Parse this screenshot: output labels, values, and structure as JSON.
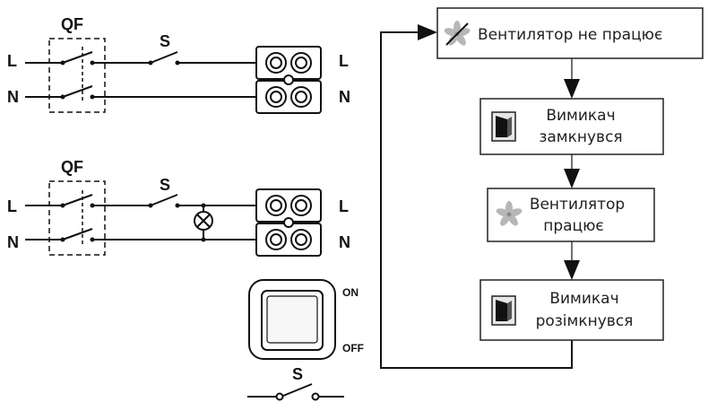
{
  "wiring": {
    "top": {
      "breaker_label": "QF",
      "switch_label": "S",
      "line_label": "L",
      "neutral_label": "N",
      "out_line_label": "L",
      "out_neutral_label": "N"
    },
    "bottom": {
      "breaker_label": "QF",
      "switch_label": "S",
      "line_label": "L",
      "neutral_label": "N",
      "out_line_label": "L",
      "out_neutral_label": "N"
    }
  },
  "rocker": {
    "on_label": "ON",
    "off_label": "OFF",
    "switch_label": "S"
  },
  "flowchart": {
    "steps": [
      {
        "icon": "fan-crossed-icon",
        "lines": [
          "Вентилятор не працює"
        ]
      },
      {
        "icon": "switch-icon",
        "lines": [
          "Вимикач",
          "замкнувся"
        ]
      },
      {
        "icon": "fan-icon",
        "lines": [
          "Вентилятор",
          "працює"
        ]
      },
      {
        "icon": "switch-icon",
        "lines": [
          "Вимикач",
          "розімкнувся"
        ]
      }
    ]
  }
}
